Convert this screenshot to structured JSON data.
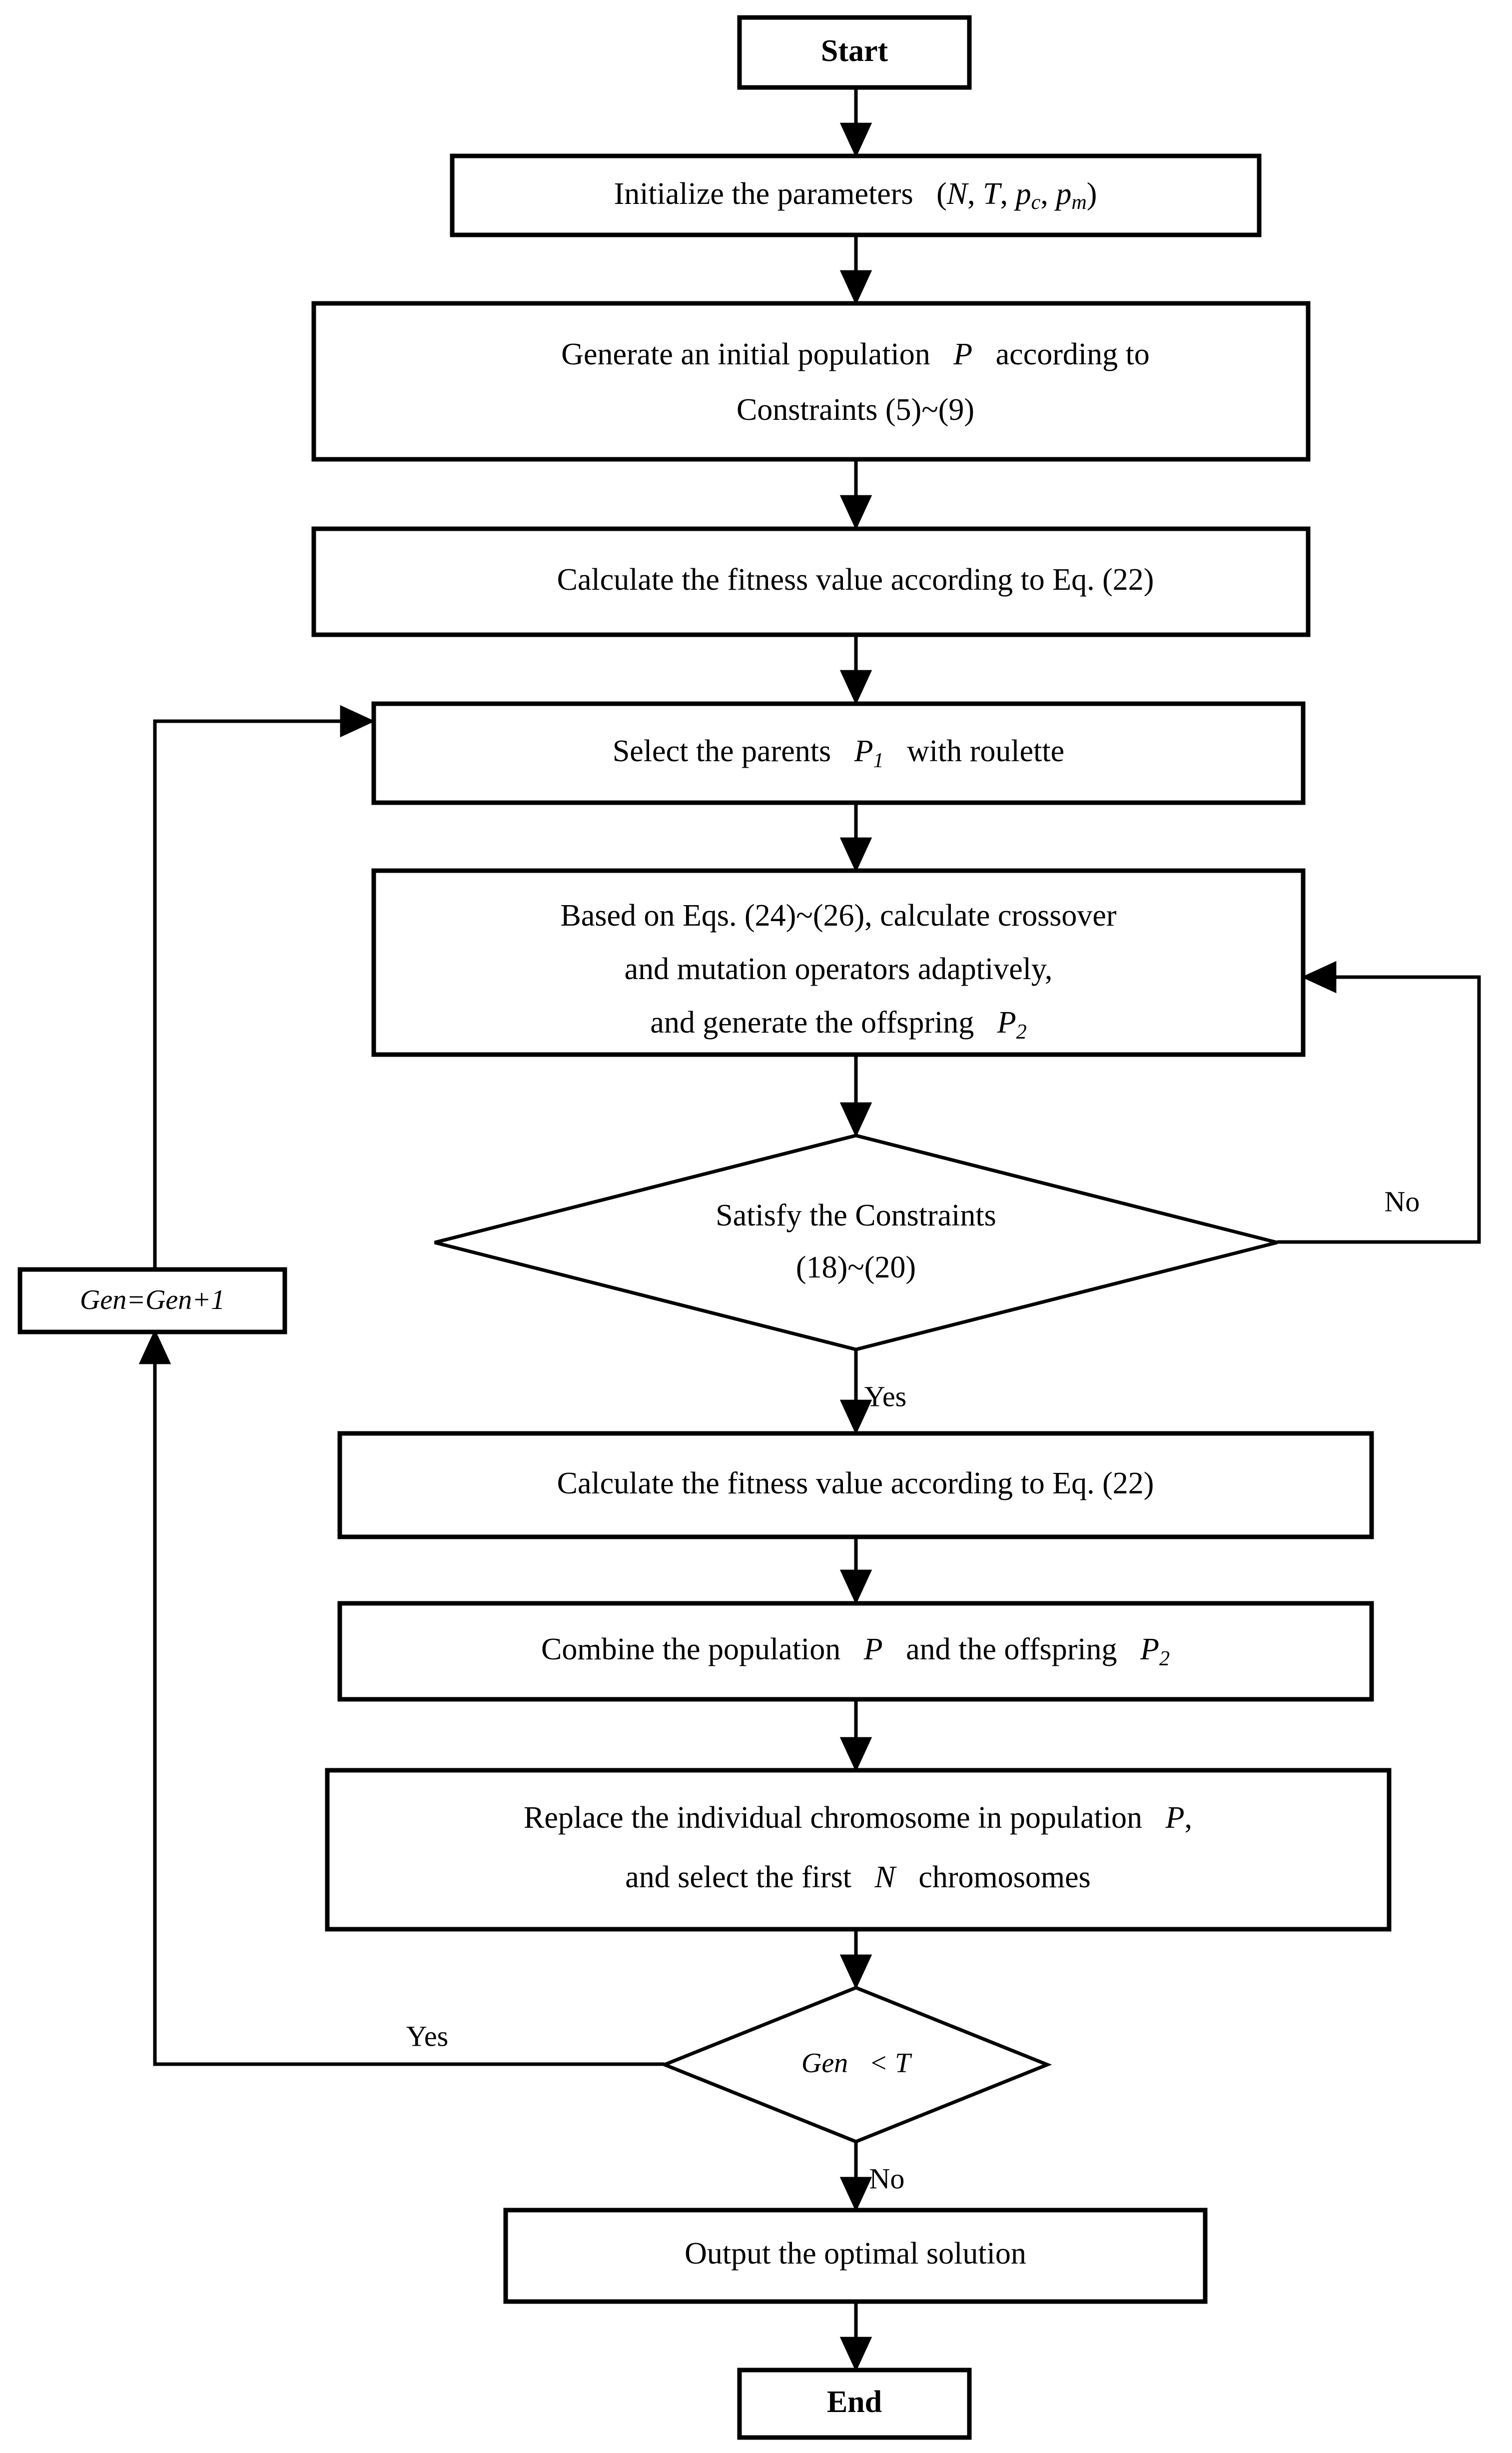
{
  "diagram": {
    "type": "flowchart",
    "title": "Adaptive Genetic Algorithm Flowchart",
    "orientation": "top-to-bottom",
    "background_color": "#ffffff",
    "line_color": "#000000",
    "text_color": "#000000"
  },
  "nodes": {
    "start": {
      "id": "start",
      "shape": "terminator",
      "label": "Start"
    },
    "init": {
      "id": "init",
      "shape": "process",
      "label_prefix": "Initialize the parameters",
      "label_params_open": "(",
      "label_params": "N, T, p_c, p_m",
      "label_params_close": ")",
      "vars": [
        "N",
        "T",
        "p",
        "p"
      ],
      "subs": [
        "c",
        "m"
      ]
    },
    "generate": {
      "id": "generate",
      "shape": "process",
      "line1_a": "Generate an initial population",
      "line1_var": "P",
      "line1_b": "according to",
      "line2": "Constraints (5)~(9)"
    },
    "fitness1": {
      "id": "fitness1",
      "shape": "process",
      "label": "Calculate the fitness value according to Eq. (22)"
    },
    "select": {
      "id": "select",
      "shape": "process",
      "line_a": "Select the parents",
      "line_var": "P",
      "line_sub": "1",
      "line_b": "with roulette"
    },
    "crossover": {
      "id": "crossover",
      "shape": "process",
      "line1": "Based on Eqs. (24)~(26), calculate crossover",
      "line2": "and mutation operators adaptively,",
      "line3_a": "and generate the offspring",
      "line3_var": "P",
      "line3_sub": "2"
    },
    "constraints_check": {
      "id": "constraints_check",
      "shape": "decision",
      "line1": "Satisfy the Constraints",
      "line2": "(18)~(20)"
    },
    "fitness2": {
      "id": "fitness2",
      "shape": "process",
      "label": "Calculate the fitness value according to Eq. (22)"
    },
    "combine": {
      "id": "combine",
      "shape": "process",
      "line_a": "Combine the population",
      "line_var1": "P",
      "line_b": "and the offspring",
      "line_var2": "P",
      "line_sub2": "2"
    },
    "replace": {
      "id": "replace",
      "shape": "process",
      "line1_a": "Replace the individual chromosome in population",
      "line1_var": "P",
      "line1_comma": ",",
      "line2_a": "and select the first",
      "line2_var": "N",
      "line2_b": "chromosomes"
    },
    "gen_check": {
      "id": "gen_check",
      "shape": "decision",
      "label_var": "Gen",
      "label_op": "<",
      "label_var2": "T"
    },
    "gen_increment": {
      "id": "gen_increment",
      "shape": "process",
      "label": "Gen=Gen+1"
    },
    "output": {
      "id": "output",
      "shape": "process",
      "label": "Output the optimal solution"
    },
    "end": {
      "id": "end",
      "shape": "terminator",
      "label": "End"
    }
  },
  "edge_labels": {
    "constraints_no": "No",
    "constraints_yes": "Yes",
    "gen_yes": "Yes",
    "gen_no": "No"
  },
  "edges": [
    {
      "from": "start",
      "to": "init",
      "label": ""
    },
    {
      "from": "init",
      "to": "generate",
      "label": ""
    },
    {
      "from": "generate",
      "to": "fitness1",
      "label": ""
    },
    {
      "from": "fitness1",
      "to": "select",
      "label": ""
    },
    {
      "from": "select",
      "to": "crossover",
      "label": ""
    },
    {
      "from": "crossover",
      "to": "constraints_check",
      "label": ""
    },
    {
      "from": "constraints_check",
      "to": "crossover",
      "label": "No"
    },
    {
      "from": "constraints_check",
      "to": "fitness2",
      "label": "Yes"
    },
    {
      "from": "fitness2",
      "to": "combine",
      "label": ""
    },
    {
      "from": "combine",
      "to": "replace",
      "label": ""
    },
    {
      "from": "replace",
      "to": "gen_check",
      "label": ""
    },
    {
      "from": "gen_check",
      "to": "gen_increment",
      "label": "Yes"
    },
    {
      "from": "gen_increment",
      "to": "select",
      "label": ""
    },
    {
      "from": "gen_check",
      "to": "output",
      "label": "No"
    },
    {
      "from": "output",
      "to": "end",
      "label": ""
    }
  ]
}
